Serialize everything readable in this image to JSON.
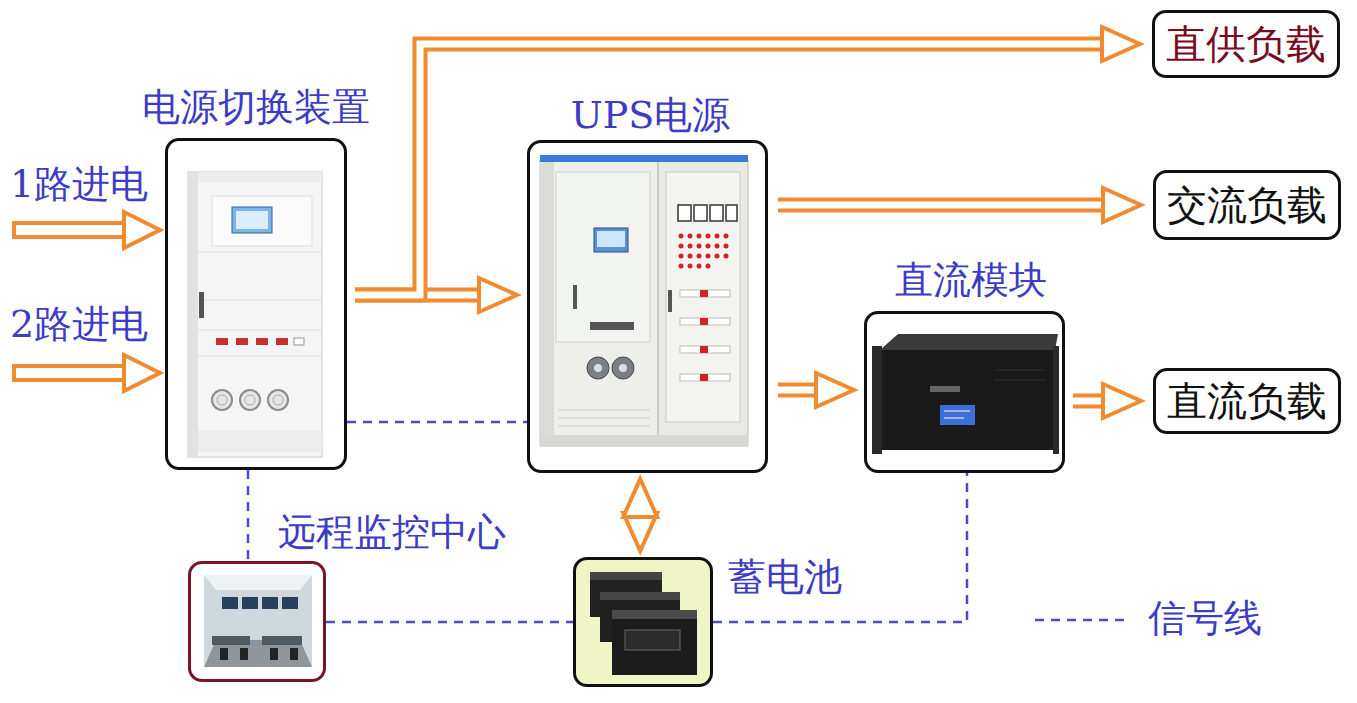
{
  "diagram": {
    "nodes": [
      {
        "text": [
          "电源切换装置"
        ]
      },
      {
        "text": [
          "UPS电源"
        ]
      },
      {
        "text": [
          "直流模块"
        ]
      },
      {
        "text": [
          "直供负载"
        ]
      },
      {
        "text": [
          "交流负载"
        ]
      },
      {
        "text": [
          "直流负载"
        ]
      },
      {
        "text": [
          "远程监控中心"
        ]
      },
      {
        "text": [
          "蓄电池"
        ]
      }
    ],
    "edges": [
      {
        "from": 0,
        "to": 1,
        "arrow": "to"
      },
      {
        "from": 0,
        "to": 3,
        "arrow": "to"
      },
      {
        "from": 1,
        "to": 4,
        "arrow": "to"
      },
      {
        "from": 1,
        "to": 2,
        "arrow": "to"
      },
      {
        "from": 2,
        "to": 5,
        "arrow": "to"
      },
      {
        "from": 1,
        "to": 7,
        "arrow": "both"
      },
      {
        "from": 0,
        "to": 1,
        "arrow": "none"
      },
      {
        "from": 0,
        "to": 6,
        "arrow": "none"
      },
      {
        "from": 6,
        "to": 7,
        "arrow": "none"
      },
      {
        "from": 7,
        "to": 2,
        "arrow": "none"
      }
    ],
    "labels": [
      "1路进电",
      "2路进电"
    ],
    "legend": [
      {
        "text": "信号线"
      }
    ]
  }
}
